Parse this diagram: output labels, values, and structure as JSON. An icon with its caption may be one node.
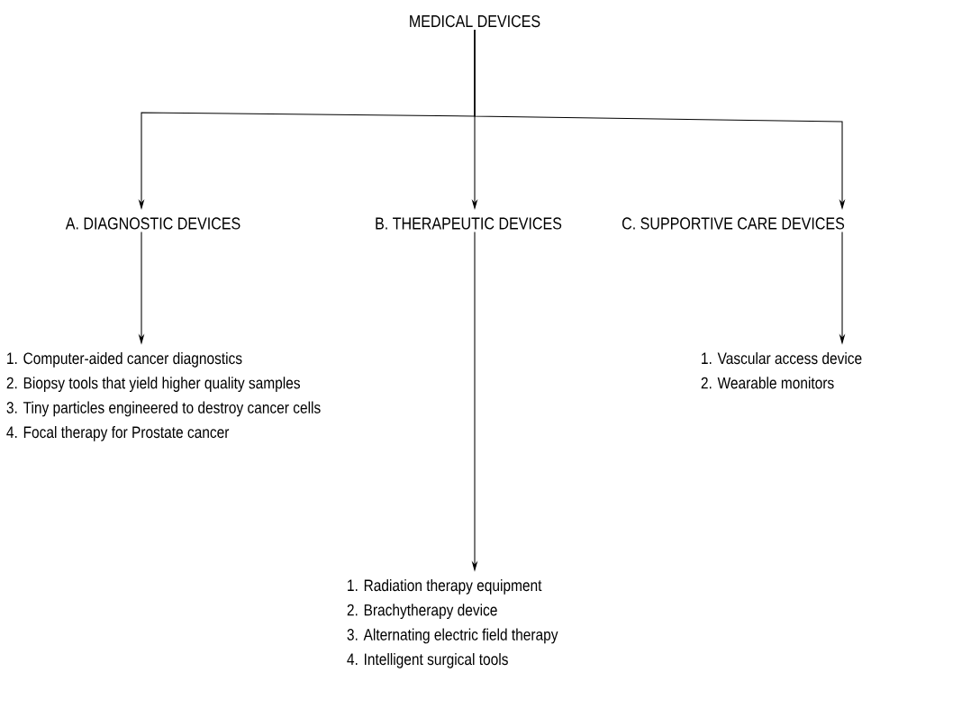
{
  "diagram": {
    "nodes": [
      {
        "text": [
          "MEDICAL DEVICES"
        ]
      },
      {
        "text": [
          "A. DIAGNOSTIC DEVICES"
        ]
      },
      {
        "text": [
          "B. THERAPEUTIC DEVICES"
        ]
      },
      {
        "text": [
          "C. SUPPORTIVE CARE DEVICES"
        ]
      },
      {
        "text": [
          "1. Computer-aided cancer diagnostics",
          "2. Biopsy tools that yield higher quality samples",
          "3. Tiny particles engineered to destroy cancer cells",
          "4. Focal therapy for Prostate cancer"
        ]
      },
      {
        "text": [
          "1. Radiation therapy equipment",
          "2. Brachytherapy device",
          "3. Alternating electric field therapy",
          "4. Intelligent surgical tools"
        ]
      },
      {
        "text": [
          "1. Vascular access device",
          "2. Wearable monitors"
        ]
      }
    ],
    "edges": [
      {
        "from": 0,
        "to": 1,
        "arrow": "to"
      },
      {
        "from": 0,
        "to": 2,
        "arrow": "to"
      },
      {
        "from": 0,
        "to": 3,
        "arrow": "to"
      },
      {
        "from": 1,
        "to": 4,
        "arrow": "to"
      },
      {
        "from": 2,
        "to": 5,
        "arrow": "to"
      },
      {
        "from": 3,
        "to": 6,
        "arrow": "to"
      }
    ]
  }
}
